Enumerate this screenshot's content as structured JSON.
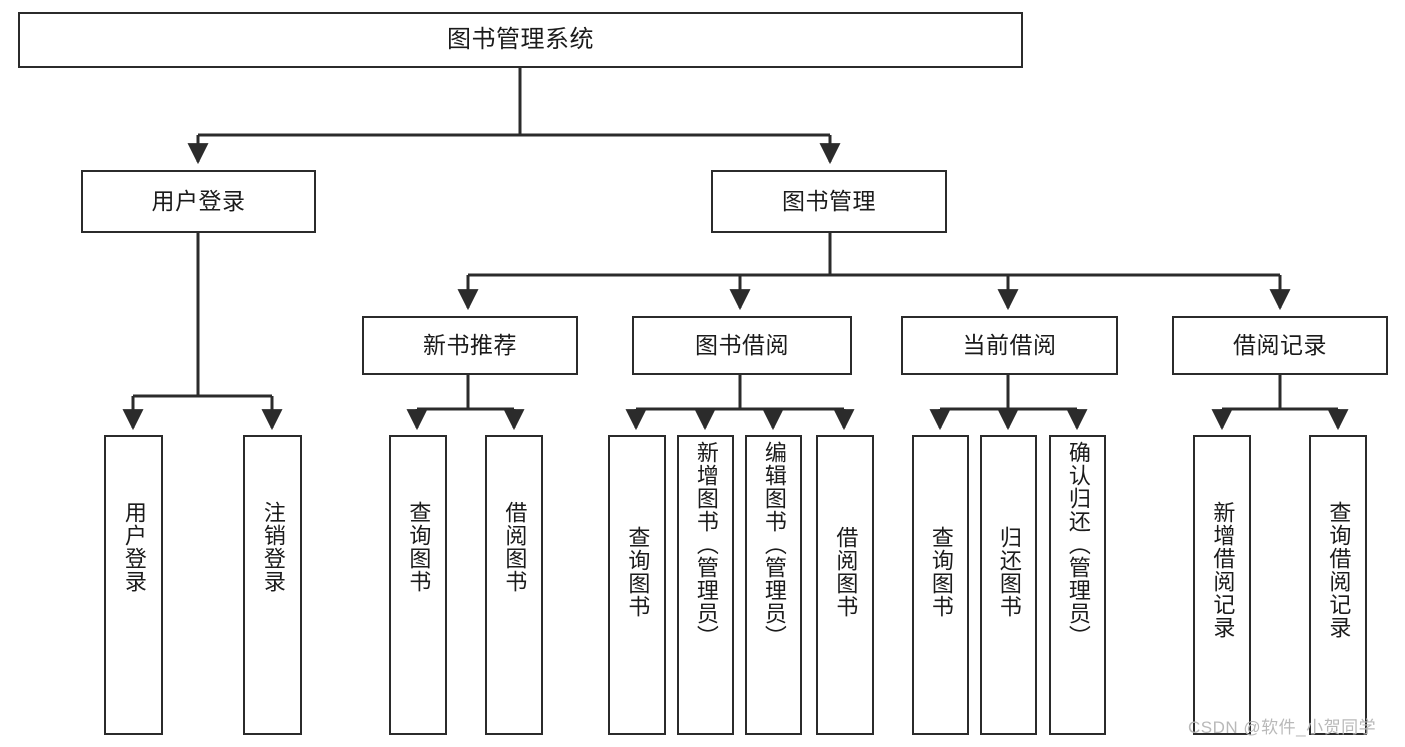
{
  "diagram": {
    "title": "图书管理系统",
    "type": "tree-hierarchy-diagram",
    "colors": {
      "box_border": "#2b2b2b",
      "box_fill": "#ffffff",
      "edge": "#2b2b2b",
      "text": "#1b1b1b",
      "watermark": "#b9b9b9",
      "background": "#ffffff"
    }
  },
  "nodes": {
    "root": {
      "label": "图书管理系统"
    },
    "level2": [
      {
        "label": "用户登录"
      },
      {
        "label": "图书管理"
      }
    ],
    "level3": [
      {
        "label": "新书推荐"
      },
      {
        "label": "图书借阅"
      },
      {
        "label": "当前借阅"
      },
      {
        "label": "借阅记录"
      }
    ],
    "leaves": {
      "user_login": [
        {
          "label": "用户登录"
        },
        {
          "label": "注销登录"
        }
      ],
      "new_book_recommend": [
        {
          "label": "查询图书"
        },
        {
          "label": "借阅图书"
        }
      ],
      "book_borrow": [
        {
          "label": "查询图书"
        },
        {
          "label": "新增图书（管理员）"
        },
        {
          "label": "编辑图书（管理员）"
        },
        {
          "label": "借阅图书"
        }
      ],
      "current_borrow": [
        {
          "label": "查询图书"
        },
        {
          "label": "归还图书"
        },
        {
          "label": "确认归还（管理员）"
        }
      ],
      "borrow_record": [
        {
          "label": "新增借阅记录"
        },
        {
          "label": "查询借阅记录"
        }
      ]
    }
  },
  "watermark": {
    "text": "CSDN @软件_小贺同学"
  }
}
